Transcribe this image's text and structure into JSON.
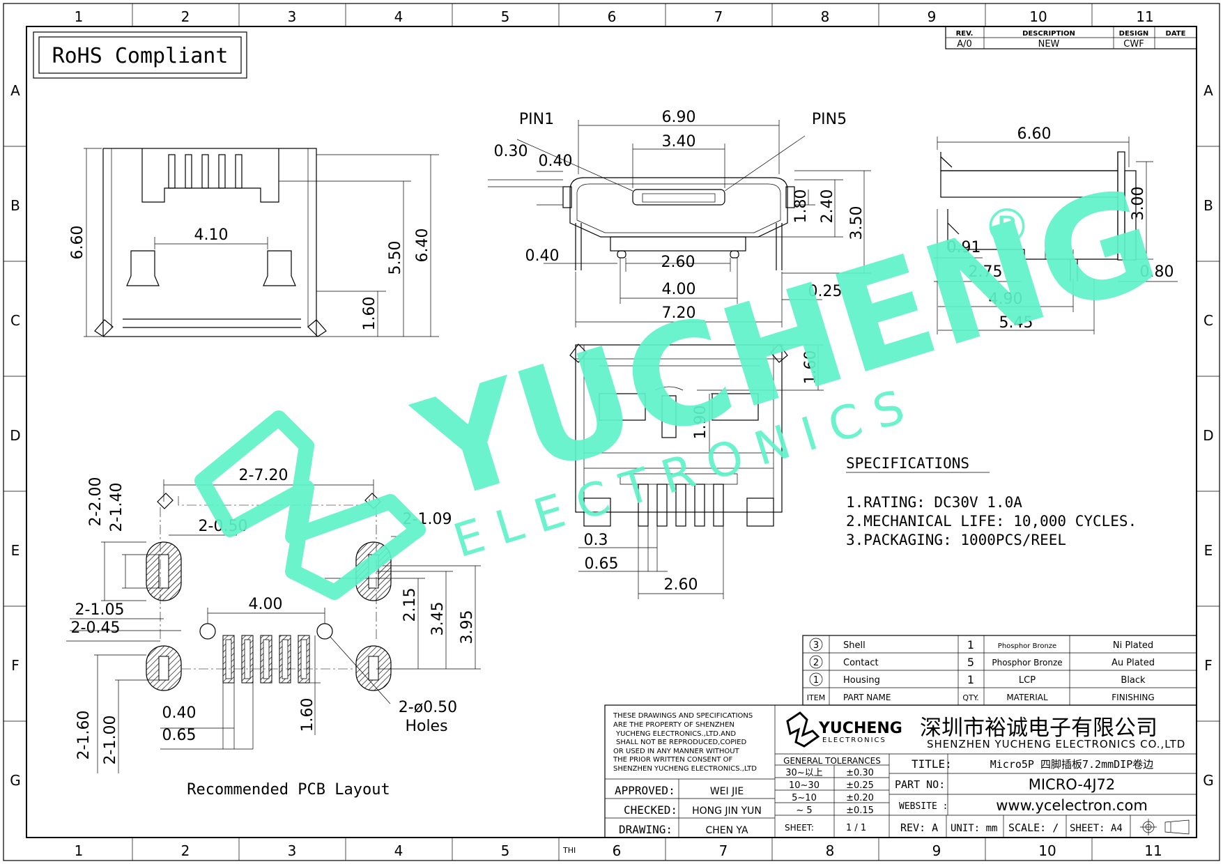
{
  "grid": {
    "cols": [
      "1",
      "2",
      "3",
      "4",
      "5",
      "6",
      "7",
      "8",
      "9",
      "10",
      "11"
    ],
    "rows": [
      "A",
      "B",
      "C",
      "D",
      "E",
      "F",
      "G"
    ]
  },
  "rohs": "RoHS Compliant",
  "revision": {
    "headers": [
      "REV.",
      "DESCRIPTION",
      "DESIGN",
      "DATE"
    ],
    "row": [
      "A/0",
      "NEW",
      "CWF",
      ""
    ]
  },
  "watermark": {
    "brand": "YUCHENG",
    "sub": "E L E C T R O N I C S",
    "reg": "®",
    "color": "#5ef2c8"
  },
  "side_view": {
    "dims": [
      "6.60",
      "4.10",
      "5.50",
      "6.40",
      "1.60"
    ]
  },
  "front_view": {
    "labels": [
      "PIN1",
      "PIN5"
    ],
    "dims": [
      "6.90",
      "3.40",
      "0.30",
      "0.40",
      "1.80",
      "2.40",
      "3.50",
      "0.40",
      "2.60",
      "4.00",
      "0.25",
      "7.20"
    ]
  },
  "right_view": {
    "dims": [
      "6.60",
      "3.00",
      "0.91",
      "2.75",
      "0.80",
      "4.90",
      "5.45"
    ]
  },
  "top_view": {
    "dims": [
      "1.60",
      "1.90",
      "0.3",
      "0.65",
      "2.60"
    ]
  },
  "pcb_layout": {
    "dims": [
      "2-7.20",
      "2-2.00",
      "2-1.40",
      "2-0.50",
      "2-1.09",
      "4.00",
      "2-1.05",
      "2-0.45",
      "2.15",
      "3.45",
      "3.95",
      "0.40",
      "0.65",
      "1.60",
      "2-1.60",
      "2-1.00"
    ],
    "holes": [
      "2-ø0.50",
      "Holes"
    ],
    "caption": "Recommended PCB Layout"
  },
  "specifications": {
    "title": "SPECIFICATIONS",
    "items": [
      "1.RATING: DC30V 1.0A",
      "2.MECHANICAL LIFE: 10,000 CYCLES.",
      "3.PACKAGING: 1000PCS/REEL"
    ]
  },
  "bom": {
    "rows": [
      {
        "item": "3",
        "name": "Shell",
        "qty": "1",
        "material": "Phosphor Bronze",
        "finishing": "Ni Plated"
      },
      {
        "item": "2",
        "name": "Contact",
        "qty": "5",
        "material": "Phosphor Bronze",
        "finishing": "Au Plated"
      },
      {
        "item": "1",
        "name": "Housing",
        "qty": "1",
        "material": "LCP",
        "finishing": "Black"
      }
    ],
    "headers": [
      "ITEM",
      "PART NAME",
      "QTY.",
      "MATERIAL",
      "FINISHING"
    ]
  },
  "title_block": {
    "notice": [
      "THESE DRAWINGS AND SPECIFICATIONS",
      "ARE THE PROPERTY OF SHENZHEN",
      "YUCHENG ELECTRONICS.,LTD.AND",
      "SHALL NOT BE REPRODUCED,COPIED",
      "OR USED IN ANY MANNER WITHOUT",
      "THE PRIOR WRITTEN CONSENT OF",
      "SHENZHEN YUCHENG ELECTRONICS.,LTD"
    ],
    "logo": "YUCHENG",
    "logo_sub": "ELECTRONICS",
    "company_cn": "深圳市裕诚电子有限公司",
    "company_en": "SHENZHEN YUCHENG ELECTRONICS CO.,LTD",
    "approved_label": "APPROVED:",
    "approved": "WEI JIE",
    "checked_label": "CHECKED:",
    "checked": "HONG JIN YUN",
    "drawing_label": "DRAWING:",
    "drawing": "CHEN YA",
    "tol_title": "GENERAL TOLERANCES",
    "tolerances": [
      {
        "range": "30~以上",
        "tol": "±0.30"
      },
      {
        "range": "10~30",
        "tol": "±0.25"
      },
      {
        "range": "5~10",
        "tol": "±0.20"
      },
      {
        "range": "~ 5",
        "tol": "±0.15"
      }
    ],
    "sheet_label": "SHEET:",
    "sheet": "1 / 1",
    "title_label": "TITLE:",
    "title": "Micro5P 四脚插板7.2mmDIP卷边",
    "part_label": "PART NO:",
    "part": "MICRO-4J72",
    "web_label": "WEBSITE :",
    "web": "www.ycelectron.com",
    "rev": "REV: A",
    "unit": "UNIT: mm",
    "scale": "SCALE: /",
    "sheet_size": "SHEET: A4",
    "thi": "THI"
  }
}
